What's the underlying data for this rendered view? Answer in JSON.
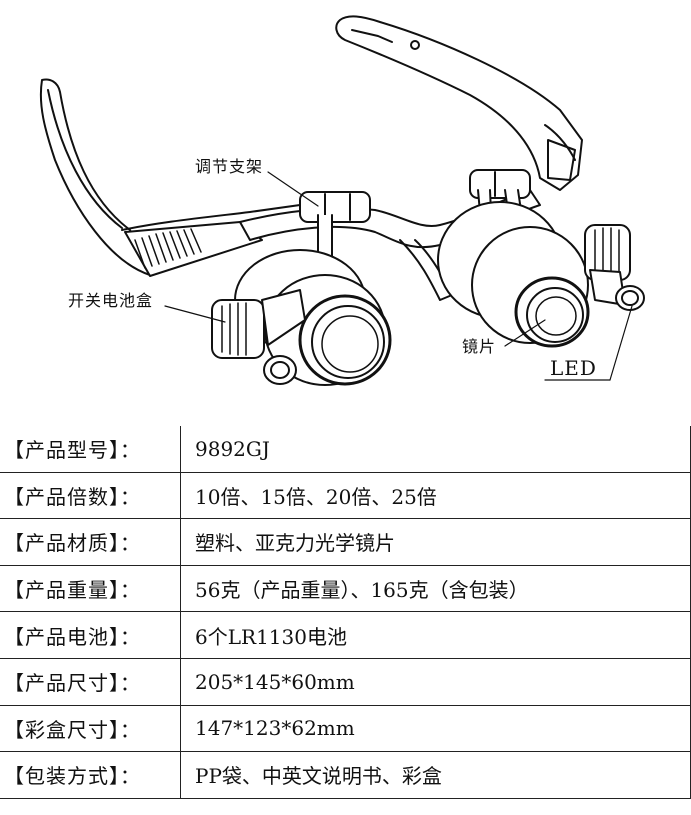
{
  "diagram": {
    "callouts": {
      "bracket": "调节支架",
      "battery": "开关电池盒",
      "lens": "镜片",
      "led": "LED"
    }
  },
  "specs": [
    {
      "label": "【产品型号】：",
      "value": "9892GJ"
    },
    {
      "label": "【产品倍数】：",
      "value": "10倍、15倍、20倍、25倍"
    },
    {
      "label": "【产品材质】：",
      "value": "塑料、亚克力光学镜片"
    },
    {
      "label": "【产品重量】：",
      "value": "56克（产品重量）、165克（含包装）"
    },
    {
      "label": "【产品电池】：",
      "value": "6个LR1130电池"
    },
    {
      "label": "【产品尺寸】：",
      "value": "205*145*60mm"
    },
    {
      "label": "【彩盒尺寸】：",
      "value": "147*123*62mm"
    },
    {
      "label": "【包装方式】：",
      "value": "PP袋、中英文说明书、彩盒"
    }
  ]
}
